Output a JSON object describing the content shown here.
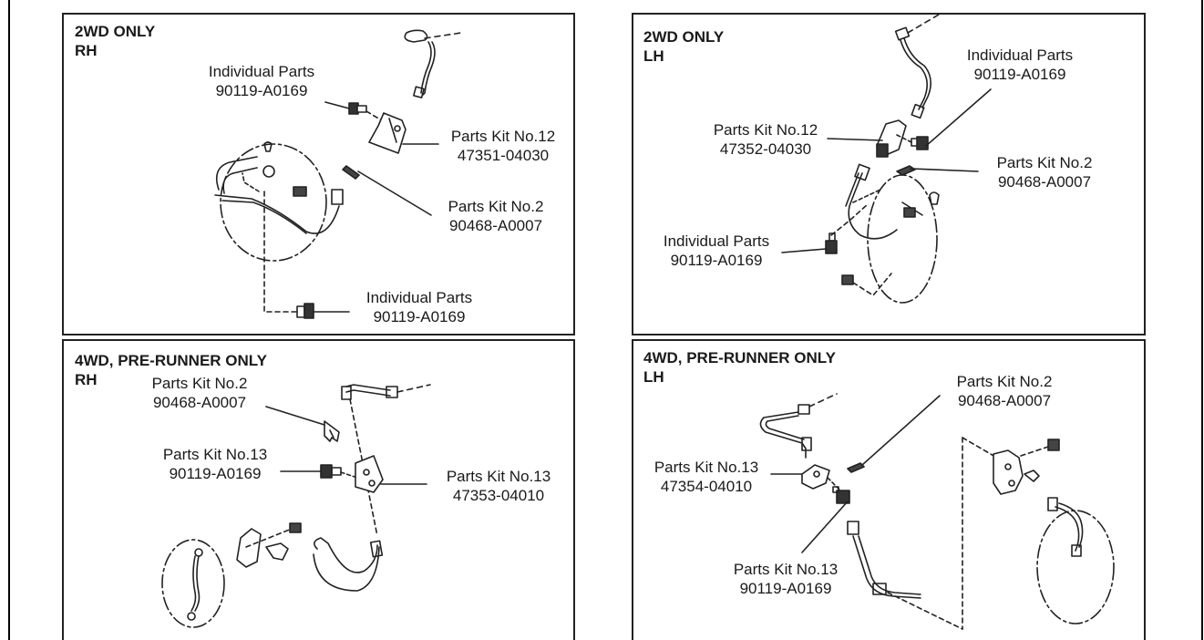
{
  "panels": {
    "top_left": {
      "title1": "2WD ONLY",
      "title2": "RH"
    },
    "top_right": {
      "title1": "2WD ONLY",
      "title2": "LH"
    },
    "bottom_left": {
      "title1": "4WD, PRE-RUNNER ONLY",
      "title2": "RH"
    },
    "bottom_right": {
      "title1": "4WD, PRE-RUNNER ONLY",
      "title2": "LH"
    }
  },
  "callouts": {
    "tl_bolt": {
      "name": "Individual Parts",
      "number": "90119-A0169"
    },
    "tl_bracket": {
      "name": "Parts Kit No.12",
      "number": "47351-04030"
    },
    "tl_clip": {
      "name": "Parts Kit No.2",
      "number": "90468-A0007"
    },
    "tl_bolt2": {
      "name": "Individual Parts",
      "number": "90119-A0169"
    },
    "tr_bolt": {
      "name": "Individual Parts",
      "number": "90119-A0169"
    },
    "tr_bracket": {
      "name": "Parts Kit No.12",
      "number": "47352-04030"
    },
    "tr_clip": {
      "name": "Parts Kit No.2",
      "number": "90468-A0007"
    },
    "tr_bolt2": {
      "name": "Individual Parts",
      "number": "90119-A0169"
    },
    "bl_clip": {
      "name": "Parts Kit No.2",
      "number": "90468-A0007"
    },
    "bl_bolt": {
      "name": "Parts Kit No.13",
      "number": "90119-A0169"
    },
    "bl_bracket": {
      "name": "Parts Kit No.13",
      "number": "47353-04010"
    },
    "br_clip": {
      "name": "Parts Kit No.2",
      "number": "90468-A0007"
    },
    "br_bracket": {
      "name": "Parts Kit No.13",
      "number": "47354-04010"
    },
    "br_bolt": {
      "name": "Parts Kit No.13",
      "number": "90119-A0169"
    }
  }
}
